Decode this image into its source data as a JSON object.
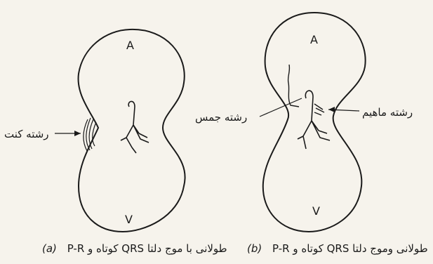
{
  "figure_a": {
    "chamber_top": "A",
    "chamber_bottom": "V",
    "pathway_label": "رشته کنت",
    "caption_tag": "(a)",
    "caption_text": "P-R کوتاه و QRS طولانی با موج دلتا"
  },
  "figure_b": {
    "chamber_top": "A",
    "chamber_bottom": "V",
    "label_left": "رشته جمس",
    "label_right": "رشته ماهیم",
    "caption_tag": "(b)",
    "caption_text": "P-R کوتاه و QRS طولانی وموج دلتا"
  }
}
